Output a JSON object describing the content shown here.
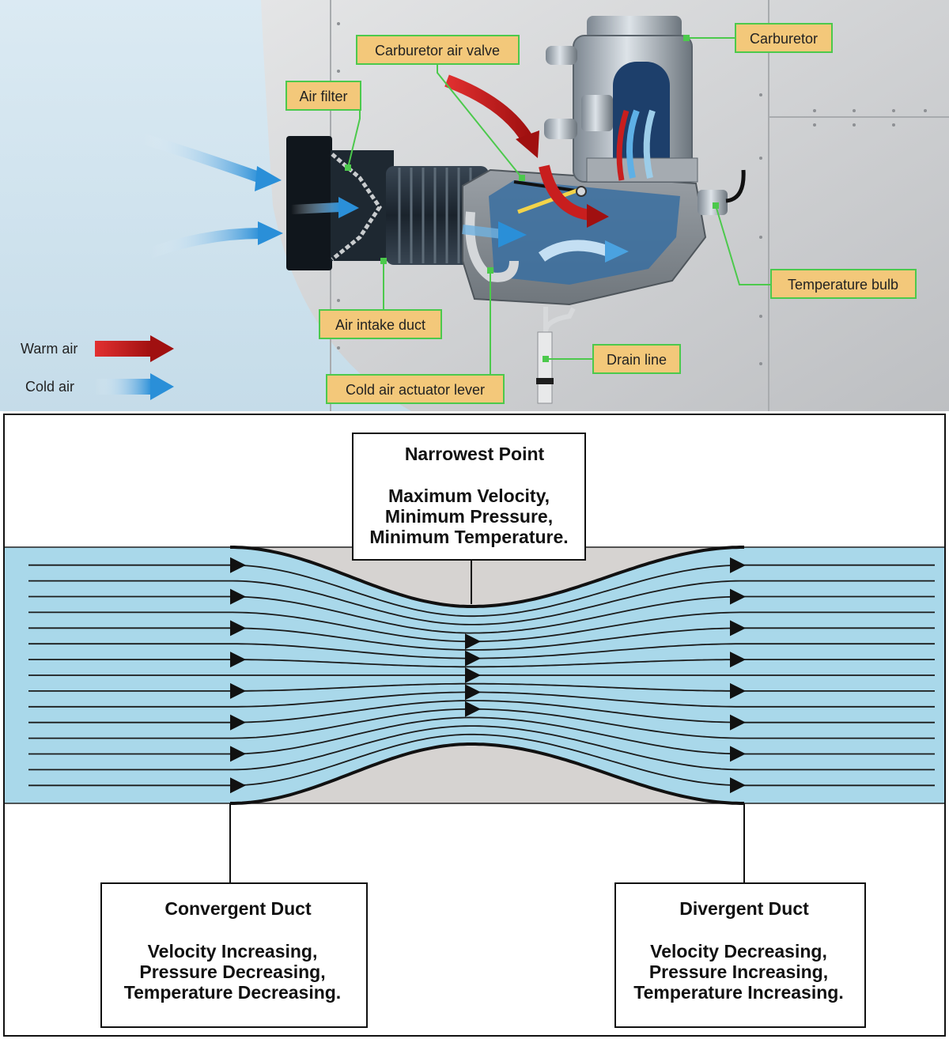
{
  "carburetor_diagram": {
    "callouts": {
      "carburetor": "Carburetor",
      "carburetor_air_valve": "Carburetor air valve",
      "air_filter": "Air filter",
      "temperature_bulb": "Temperature bulb",
      "air_intake_duct": "Air intake duct",
      "drain_line": "Drain line",
      "cold_air_actuator_lever": "Cold air actuator lever"
    },
    "legend": {
      "warm_air": "Warm air",
      "cold_air": "Cold air"
    },
    "colors": {
      "warm_air": "#c81e1e",
      "cold_air": "#2a8fd8",
      "callout_fill": "#f3c87a",
      "callout_border": "#4cc94c"
    }
  },
  "venturi_diagram": {
    "narrowest_point": {
      "title": "Narrowest Point",
      "lines": [
        "Maximum Velocity,",
        "Minimum Pressure,",
        "Minimum Temperature."
      ]
    },
    "convergent_duct": {
      "title": "Convergent Duct",
      "lines": [
        "Velocity Increasing,",
        "Pressure Decreasing,",
        "Temperature Decreasing."
      ]
    },
    "divergent_duct": {
      "title": "Divergent Duct",
      "lines": [
        "Velocity Decreasing,",
        "Pressure Increasing,",
        "Temperature Increasing."
      ]
    },
    "colors": {
      "flow": "#a9d8ea",
      "wall": "#d6d3d1"
    }
  }
}
